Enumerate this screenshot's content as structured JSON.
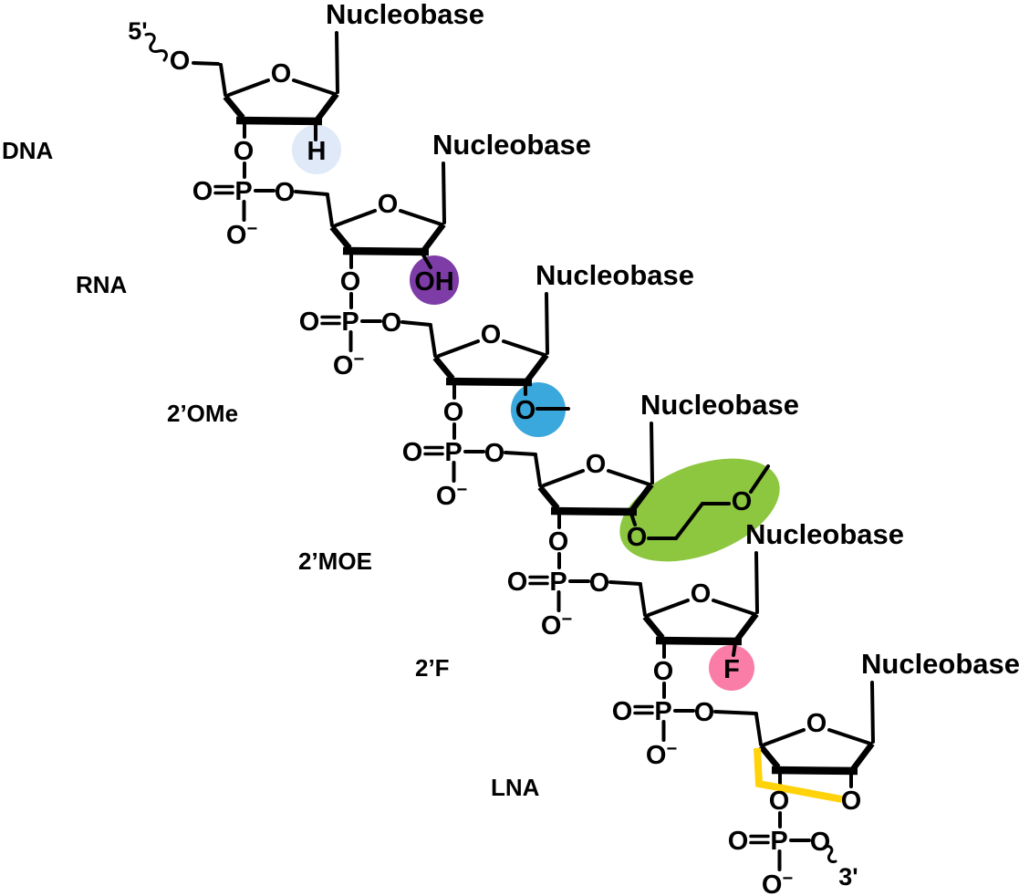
{
  "labels": {
    "five_prime": "5'",
    "three_prime": "3'",
    "nucleobase": "Nucleobase",
    "atom_o": "O",
    "atom_p": "P",
    "superscript_minus": "−"
  },
  "modifications": [
    {
      "name": "DNA",
      "name_color": "#000000",
      "substituent_label": "H",
      "highlight_fill": "#dfe9f7"
    },
    {
      "name": "RNA",
      "name_color": "#7b4fa6",
      "substituent_label": "OH",
      "highlight_fill": "#7d3ca6"
    },
    {
      "name": "2’OMe",
      "name_color": "#2b6cbf",
      "substituent_label": "O",
      "highlight_fill": "#3aa8dc"
    },
    {
      "name": "2’MOE",
      "name_color": "#147a48",
      "substituent_o1": "O",
      "substituent_o2": "O",
      "highlight_fill": "#8dc63f"
    },
    {
      "name": "2’F",
      "name_color": "#b23e97",
      "substituent_label": "F",
      "highlight_fill": "#f97da6"
    },
    {
      "name": "LNA",
      "name_color": "#e8a23b",
      "substituent_label": "O",
      "bridge_color": "#ffd20a"
    }
  ]
}
